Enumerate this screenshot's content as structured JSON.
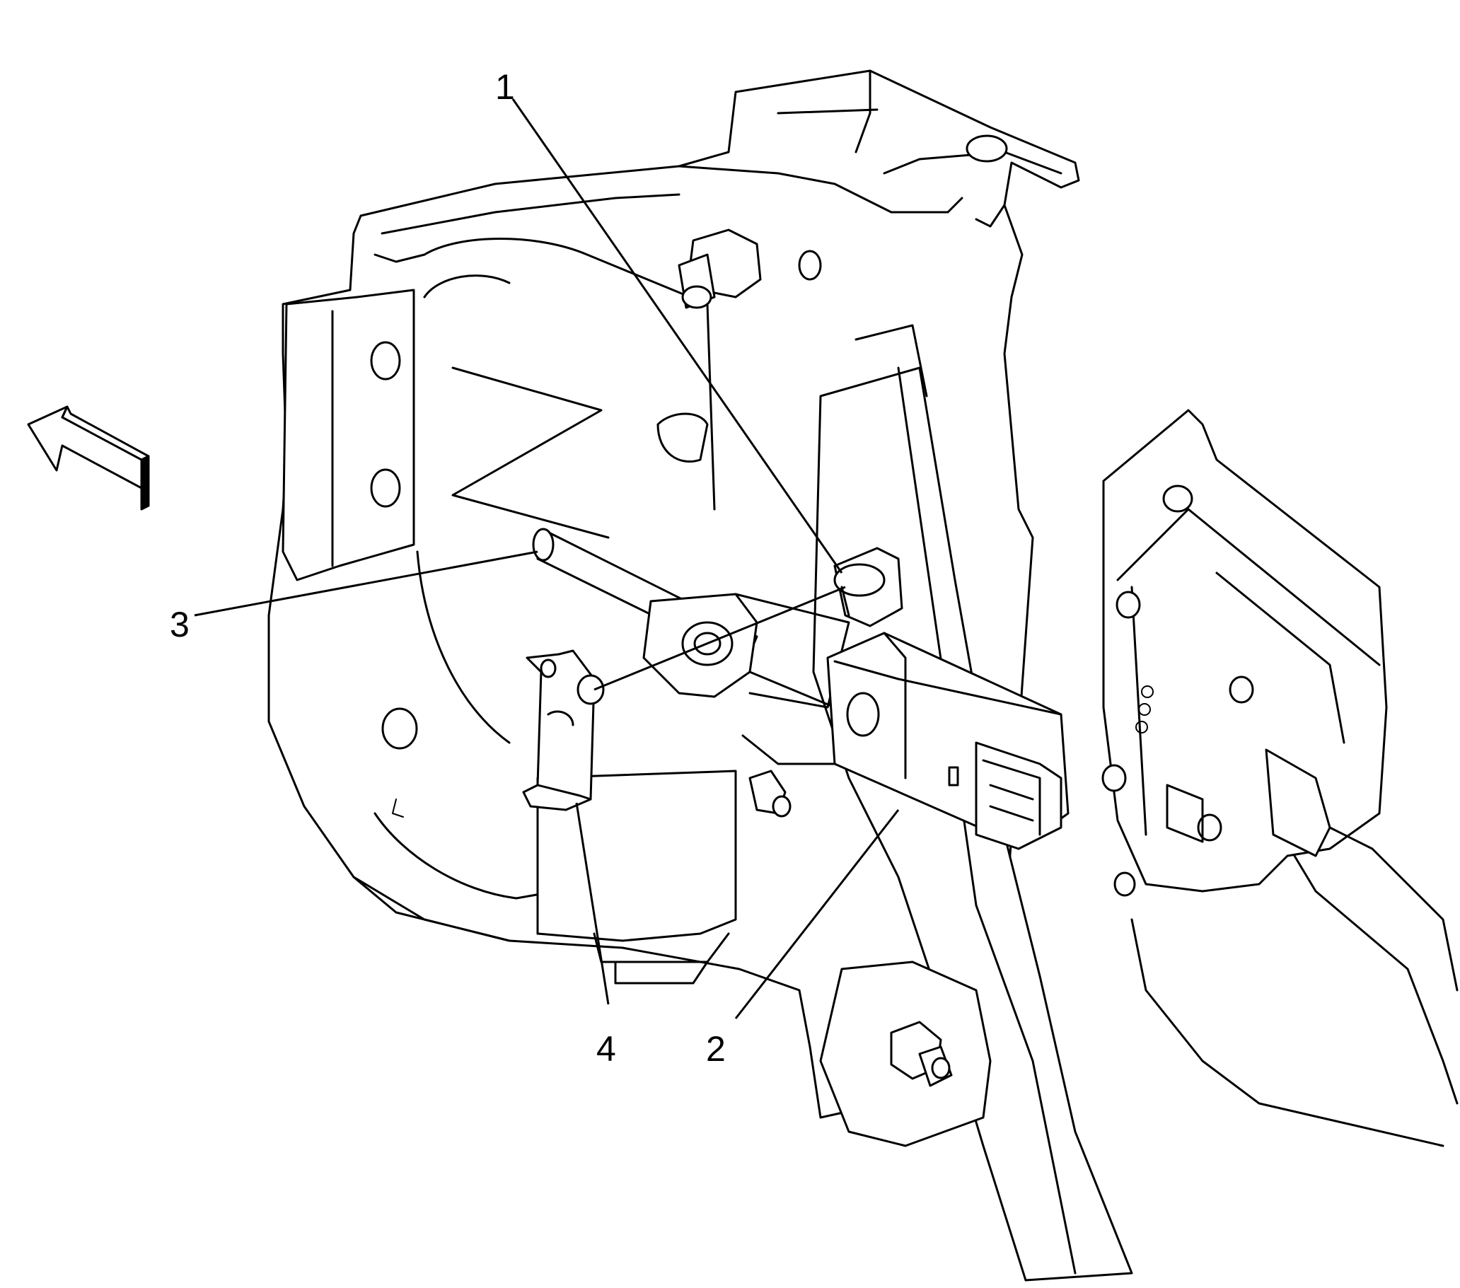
{
  "callouts": [
    {
      "id": "1",
      "label": "1"
    },
    {
      "id": "2",
      "label": "2"
    },
    {
      "id": "3",
      "label": "3"
    },
    {
      "id": "4",
      "label": "4"
    }
  ],
  "icons": {
    "direction_arrow": "arrow-up-left-icon"
  },
  "colors": {
    "line": "#000000",
    "background": "#ffffff"
  }
}
